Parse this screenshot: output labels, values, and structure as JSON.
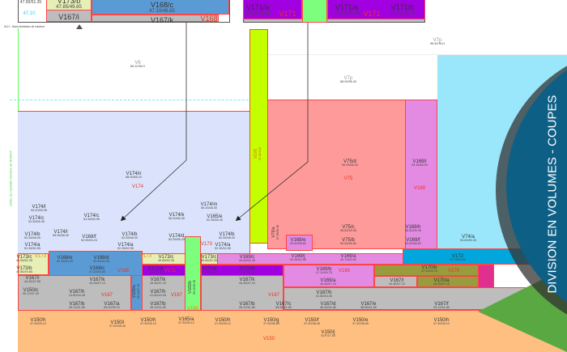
{
  "title": "DIVISION EN VOLUMES - COUPES",
  "legend_note": "SLH : Sans limitation de hauteur",
  "left_vertical_note": "Limite de l'assiette foncière de RODOY",
  "top_inset": {
    "left_elev": "47.00/51.35",
    "left_level": "47.10"
  },
  "labels": [
    {
      "n": "V174/n",
      "e": "58.00/65.10"
    },
    {
      "n": "V174/l",
      "e": "53.20/55.95"
    },
    {
      "n": "V174/c",
      "e": "52.55/55.95"
    },
    {
      "n": "V174/c",
      "e": "52.55/55.95"
    },
    {
      "n": "V174/b",
      "e": "52.55/58.00"
    },
    {
      "n": "V174/a",
      "e": "52.35/52.55"
    },
    {
      "n": "V174/l",
      "e": "55.95/58.00"
    },
    {
      "n": "V168/f",
      "e": "52.55/53.20"
    },
    {
      "n": "V174/b",
      "e": "52.55/58.00"
    },
    {
      "n": "V174/a",
      "e": "52.35/52.55"
    },
    {
      "n": "V174/k",
      "e": "56.30/56.45"
    },
    {
      "n": "V174/m",
      "e": "56.43/58.00"
    },
    {
      "n": "V165/e",
      "e": "52.35/55.30"
    },
    {
      "n": "V174/d",
      "e": "52.55/56.43"
    },
    {
      "n": "V174/b",
      "e": "52.55/58.00"
    },
    {
      "n": "V174/a",
      "e": "52.35/52.55"
    },
    {
      "n": "V173/c",
      "e": "49.65/52.35"
    },
    {
      "n": "V168/e",
      "e": "52.35/52.55"
    },
    {
      "n": "V168/d",
      "e": "49.65/52.35"
    },
    {
      "n": "V173/c",
      "e": "49.65/52.35"
    },
    {
      "n": "V173/c",
      "e": "49.65/52.35"
    },
    {
      "n": "V169/c",
      "e": "49.65/52.35"
    },
    {
      "n": "V173/b",
      "e": "47.85/49.65"
    },
    {
      "n": "V168/c",
      "e": "47.10/49.65"
    },
    {
      "n": "V171/a",
      "e": "47.10/49.65"
    },
    {
      "n": "V171/a",
      "e": "47.10/49.65"
    },
    {
      "n": "V171/b",
      "e": "47.10/49.75"
    },
    {
      "n": "V167/i",
      "e": "44.45/47.85"
    },
    {
      "n": "V167/k",
      "e": "44.45/47.10"
    },
    {
      "n": "V150/c",
      "e": "39.12/47.30"
    },
    {
      "n": "V167/h",
      "e": "41.80/44.45"
    },
    {
      "n": "V167/b",
      "e": "39.12/41.80"
    },
    {
      "n": "V167/a",
      "e": "39.00/39.12"
    },
    {
      "n": "V167/k",
      "e": "44.45/47.10"
    },
    {
      "n": "V167/h",
      "e": "41.80/44.45"
    },
    {
      "n": "V167/b",
      "e": "39.12/41.80"
    },
    {
      "n": "V167/k",
      "e": "44.45/47.10"
    },
    {
      "n": "V167/b",
      "e": "39.12/41.80"
    },
    {
      "n": "V150/h",
      "e": "37.90/39.12"
    },
    {
      "n": "V150/i",
      "e": "37.90/38.30"
    },
    {
      "n": "V150/h",
      "e": "37.90/39.12"
    },
    {
      "n": "V165/a",
      "e": "37.90/39.12"
    },
    {
      "n": "V150/h",
      "e": "37.90/39.12"
    },
    {
      "n": "V150/g",
      "e": "37.90/38.65"
    },
    {
      "n": "V150/f",
      "e": "37.90/38.45"
    },
    {
      "n": "V150/e",
      "e": "37.90/38.65"
    },
    {
      "n": "V150/h",
      "e": "37.90/39.12"
    },
    {
      "n": "V150/j",
      "e": "SLP/37.90"
    },
    {
      "n": "V75/d",
      "e": "59.35/66.00"
    },
    {
      "n": "V169/i",
      "e": "59.35/66.00"
    },
    {
      "n": "V75/c",
      "e": "56.82/59.35"
    },
    {
      "n": "V75/b",
      "e": "53.60/56.82"
    },
    {
      "n": "V168/e",
      "e": "53.60/56.82"
    },
    {
      "n": "V169/h",
      "e": "56.82/59.35"
    },
    {
      "n": "V169/f",
      "e": "53.60/56.82"
    },
    {
      "n": "V74/a",
      "e": "53.60/59.35"
    },
    {
      "n": "V169/j",
      "e": "52.35/52.55"
    },
    {
      "n": "V169/a",
      "e": "49.75/53.60"
    },
    {
      "n": "V172",
      "e": "49.75/53.60"
    },
    {
      "n": "V169/b",
      "e": "47.10/49.75"
    },
    {
      "n": "V170/b",
      "e": "47.10/49.75"
    },
    {
      "n": "V169/a",
      "e": "44.45/47.10"
    },
    {
      "n": "V167/l",
      "e": "44.45/47.10"
    },
    {
      "n": "V170/a",
      "e": "44.45/47.10"
    },
    {
      "n": "V167/h",
      "e": "41.80/44.45"
    },
    {
      "n": "V167/c",
      "e": "38.65/41.80"
    },
    {
      "n": "V167/d",
      "e": "38.45/41.80"
    },
    {
      "n": "V167/e",
      "e": "38.65/41.80"
    },
    {
      "n": "V167/f",
      "e": "39.12/41.80"
    },
    {
      "n": "V6",
      "e": "85.10/SLH"
    },
    {
      "n": "V7p",
      "e": "88.00/96.40"
    },
    {
      "n": "V7p",
      "e": "96.40/SLH"
    },
    {
      "n": "V173/b",
      "e": "47.85/49.65"
    },
    {
      "n": "V168/c",
      "e": "47.10/49.65"
    },
    {
      "n": "V171/a",
      "e": "47.10/49.65"
    },
    {
      "n": "V171/a",
      "e": "47.10/49.65"
    },
    {
      "n": "V171/b",
      "e": "47.10/49.75"
    },
    {
      "n": "V167/i",
      "e": ""
    },
    {
      "n": "V167/k",
      "e": ""
    }
  ],
  "vertical_labels": [
    {
      "n": "V165/b",
      "e": "39.12/52.35"
    },
    {
      "n": "V168/a",
      "e": "39.12/47.10"
    },
    {
      "n": "V75/a",
      "e": "57.95/59.35"
    },
    {
      "n": "V176",
      "e": "52.35/SLH"
    }
  ],
  "tags": [
    "V174",
    "V173",
    "V173",
    "V168",
    "V171",
    "V167",
    "V167",
    "V165",
    "V150",
    "V75",
    "V169",
    "V169",
    "V170",
    "V167",
    "V168",
    "V171",
    "V171",
    "V173"
  ]
}
